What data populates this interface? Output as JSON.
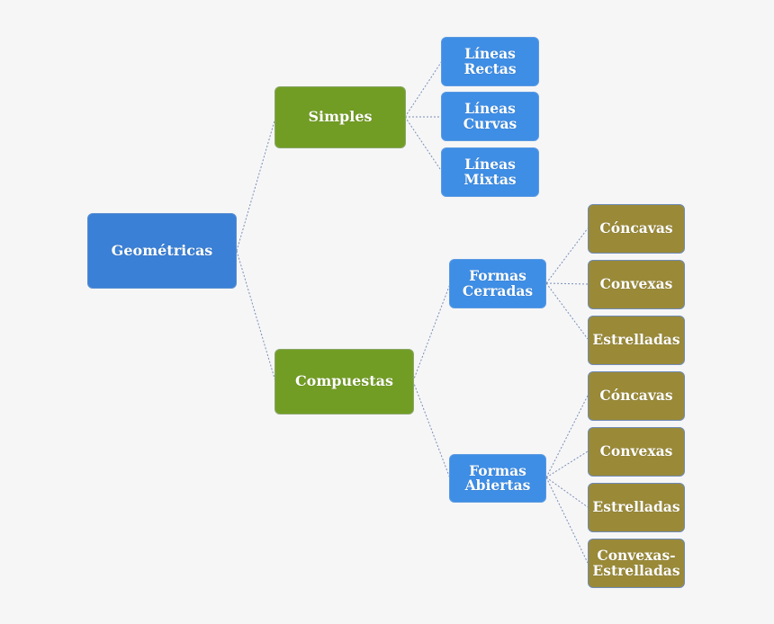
{
  "diagram": {
    "root": {
      "label": "Geométricas"
    },
    "simples": {
      "label": "Simples",
      "children": [
        "Líneas Rectas",
        "Líneas Curvas",
        "Líneas Mixtas"
      ]
    },
    "compuestas": {
      "label": "Compuestas",
      "cerradas": {
        "label": "Formas Cerradas",
        "children": [
          "Cóncavas",
          "Convexas",
          "Estrelladas"
        ]
      },
      "abiertas": {
        "label": "Formas Abiertas",
        "children": [
          "Cóncavas",
          "Convexas",
          "Estrelladas",
          "Convexas-Estrelladas"
        ]
      }
    }
  },
  "colors": {
    "root": "#3a80d6",
    "level1": "#729d24",
    "level2": "#3e8ee6",
    "leaf": "#9a8a38",
    "connector": "#7a8fb5"
  }
}
